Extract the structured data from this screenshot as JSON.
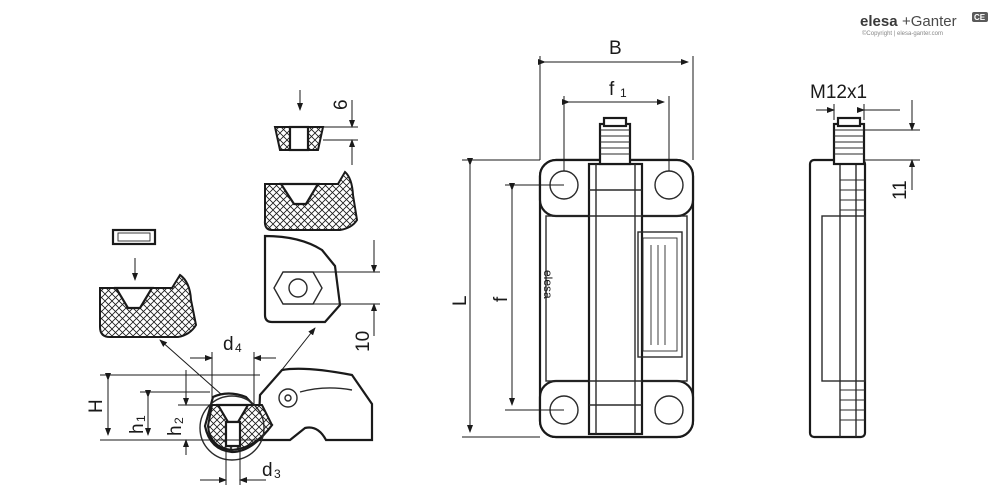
{
  "brand": {
    "name_part1": "elesa",
    "name_part2": "+Ganter",
    "copyright": "©Copyright | elesa-ganter.com",
    "badge": "CE"
  },
  "part_logo": "elesa",
  "dimensions": {
    "B": "B",
    "f1": "f",
    "f1_sub": "1",
    "L": "L",
    "f": "f",
    "M12x1": "M12x1",
    "d11": "11",
    "d6": "6",
    "d10": "10",
    "d4": "d",
    "d4_sub": "4",
    "H": "H",
    "h1": "h",
    "h1_sub": "1",
    "h2": "h",
    "h2_sub": "2",
    "d3": "d",
    "d3_sub": "3"
  }
}
